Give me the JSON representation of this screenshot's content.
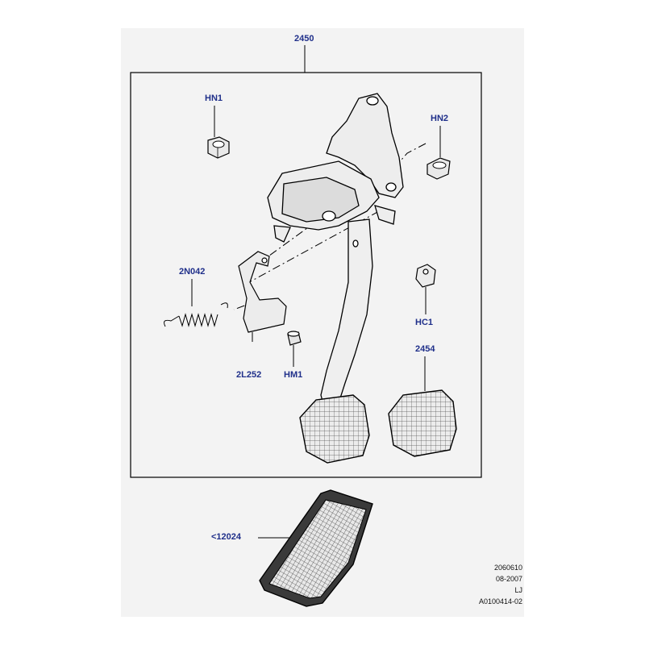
{
  "callouts": {
    "assembly": "2450",
    "hn1": "HN1",
    "hn2": "HN2",
    "spring": "2N042",
    "bracket": "2L252",
    "bushing": "HM1",
    "clip": "HC1",
    "pedal_pad": "2454",
    "accelerator": "<12024"
  },
  "reference": {
    "line1": "2060610",
    "line2": "08-2007",
    "line3": "LJ",
    "line4": "A0100414-02"
  },
  "colors": {
    "callout_text": "#1f2f8a",
    "line": "#000000",
    "panel_background": "#f3f3f3"
  }
}
